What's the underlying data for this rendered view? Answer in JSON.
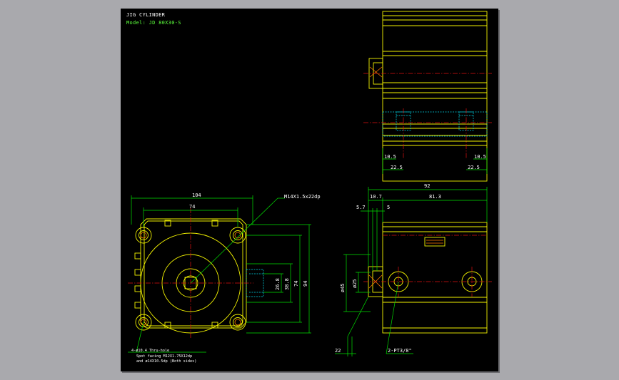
{
  "drawing": {
    "title": "JIG CYLINDER",
    "model": "Model: JD 80X30-S"
  },
  "dims": {
    "front_width": "104",
    "front_bolt_pitch": "74",
    "rod_thread": "M14X1.5x22dp",
    "v_26_8": "26.8",
    "v_38_8": "38.8",
    "v_74": "74",
    "v_94": "94",
    "top_10_5_left": "10.5",
    "top_10_5_right": "10.5",
    "top_22_5_left": "22.5",
    "top_22_5_right": "22.5",
    "side_total": "92",
    "side_10_7": "10.7",
    "side_81_3": "81.3",
    "side_5_7": "5.7",
    "side_5": "5",
    "rod_dia": "ø25",
    "piston_dia": "ø45",
    "side_22": "22",
    "port": "2-PT3/8\""
  },
  "notes": {
    "hole_line1": "4-ø10.4 Thru-hole",
    "hole_line2": "Spot facing  M12X1.75X12dp",
    "hole_line3": "and ø14X10.5dp (Both sides)"
  },
  "colors": {
    "sheet": "#000000",
    "outline": "#f2f200",
    "dimension": "#00e000",
    "centerline": "#e01010",
    "hidden": "#00d8e8"
  }
}
